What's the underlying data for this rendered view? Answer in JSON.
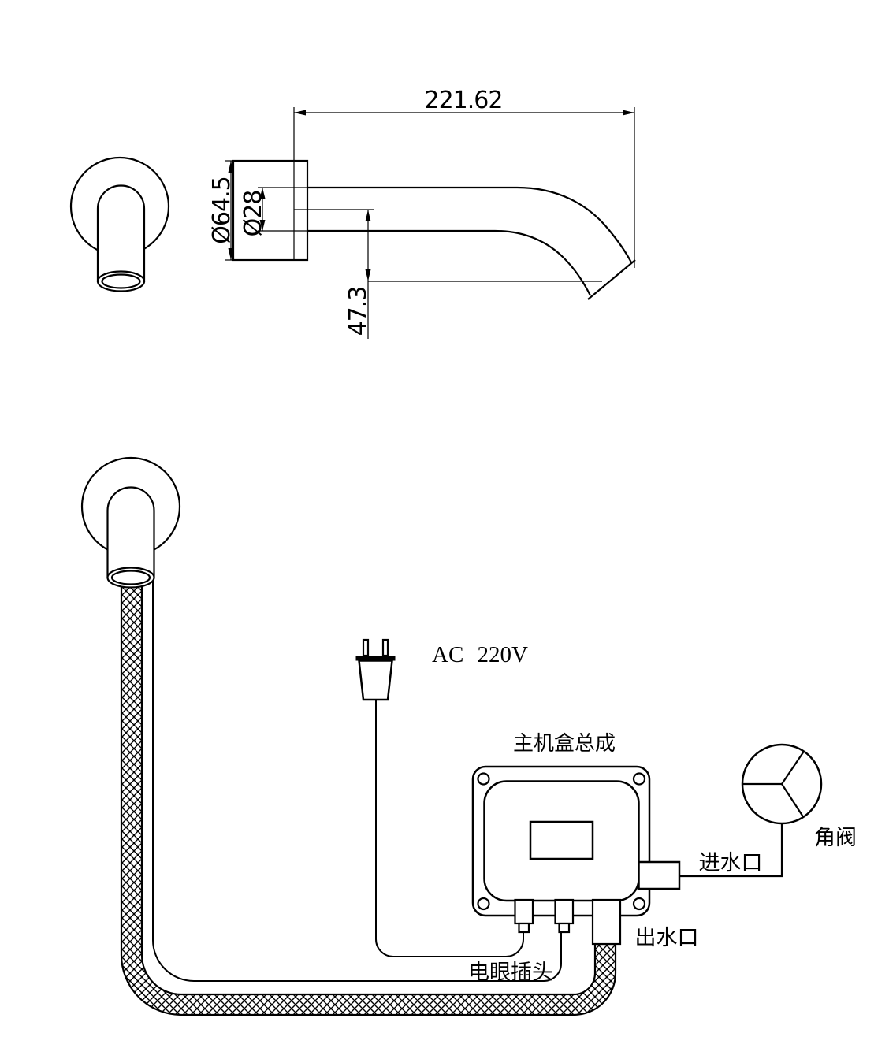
{
  "colors": {
    "background": "#ffffff",
    "line": "#000000",
    "text": "#000000"
  },
  "dimension_view": {
    "length": "221.62",
    "flange_diameter": "Ø64.5",
    "tube_diameter": "Ø28",
    "spout_drop": "47.3"
  },
  "installation_view": {
    "power_label": "AC 220V",
    "control_box_label": "主机盒总成",
    "angle_valve_label": "角阀",
    "water_inlet_label": "进水口",
    "water_outlet_label": "出水口",
    "sensor_plug_label": "电眼插头"
  }
}
